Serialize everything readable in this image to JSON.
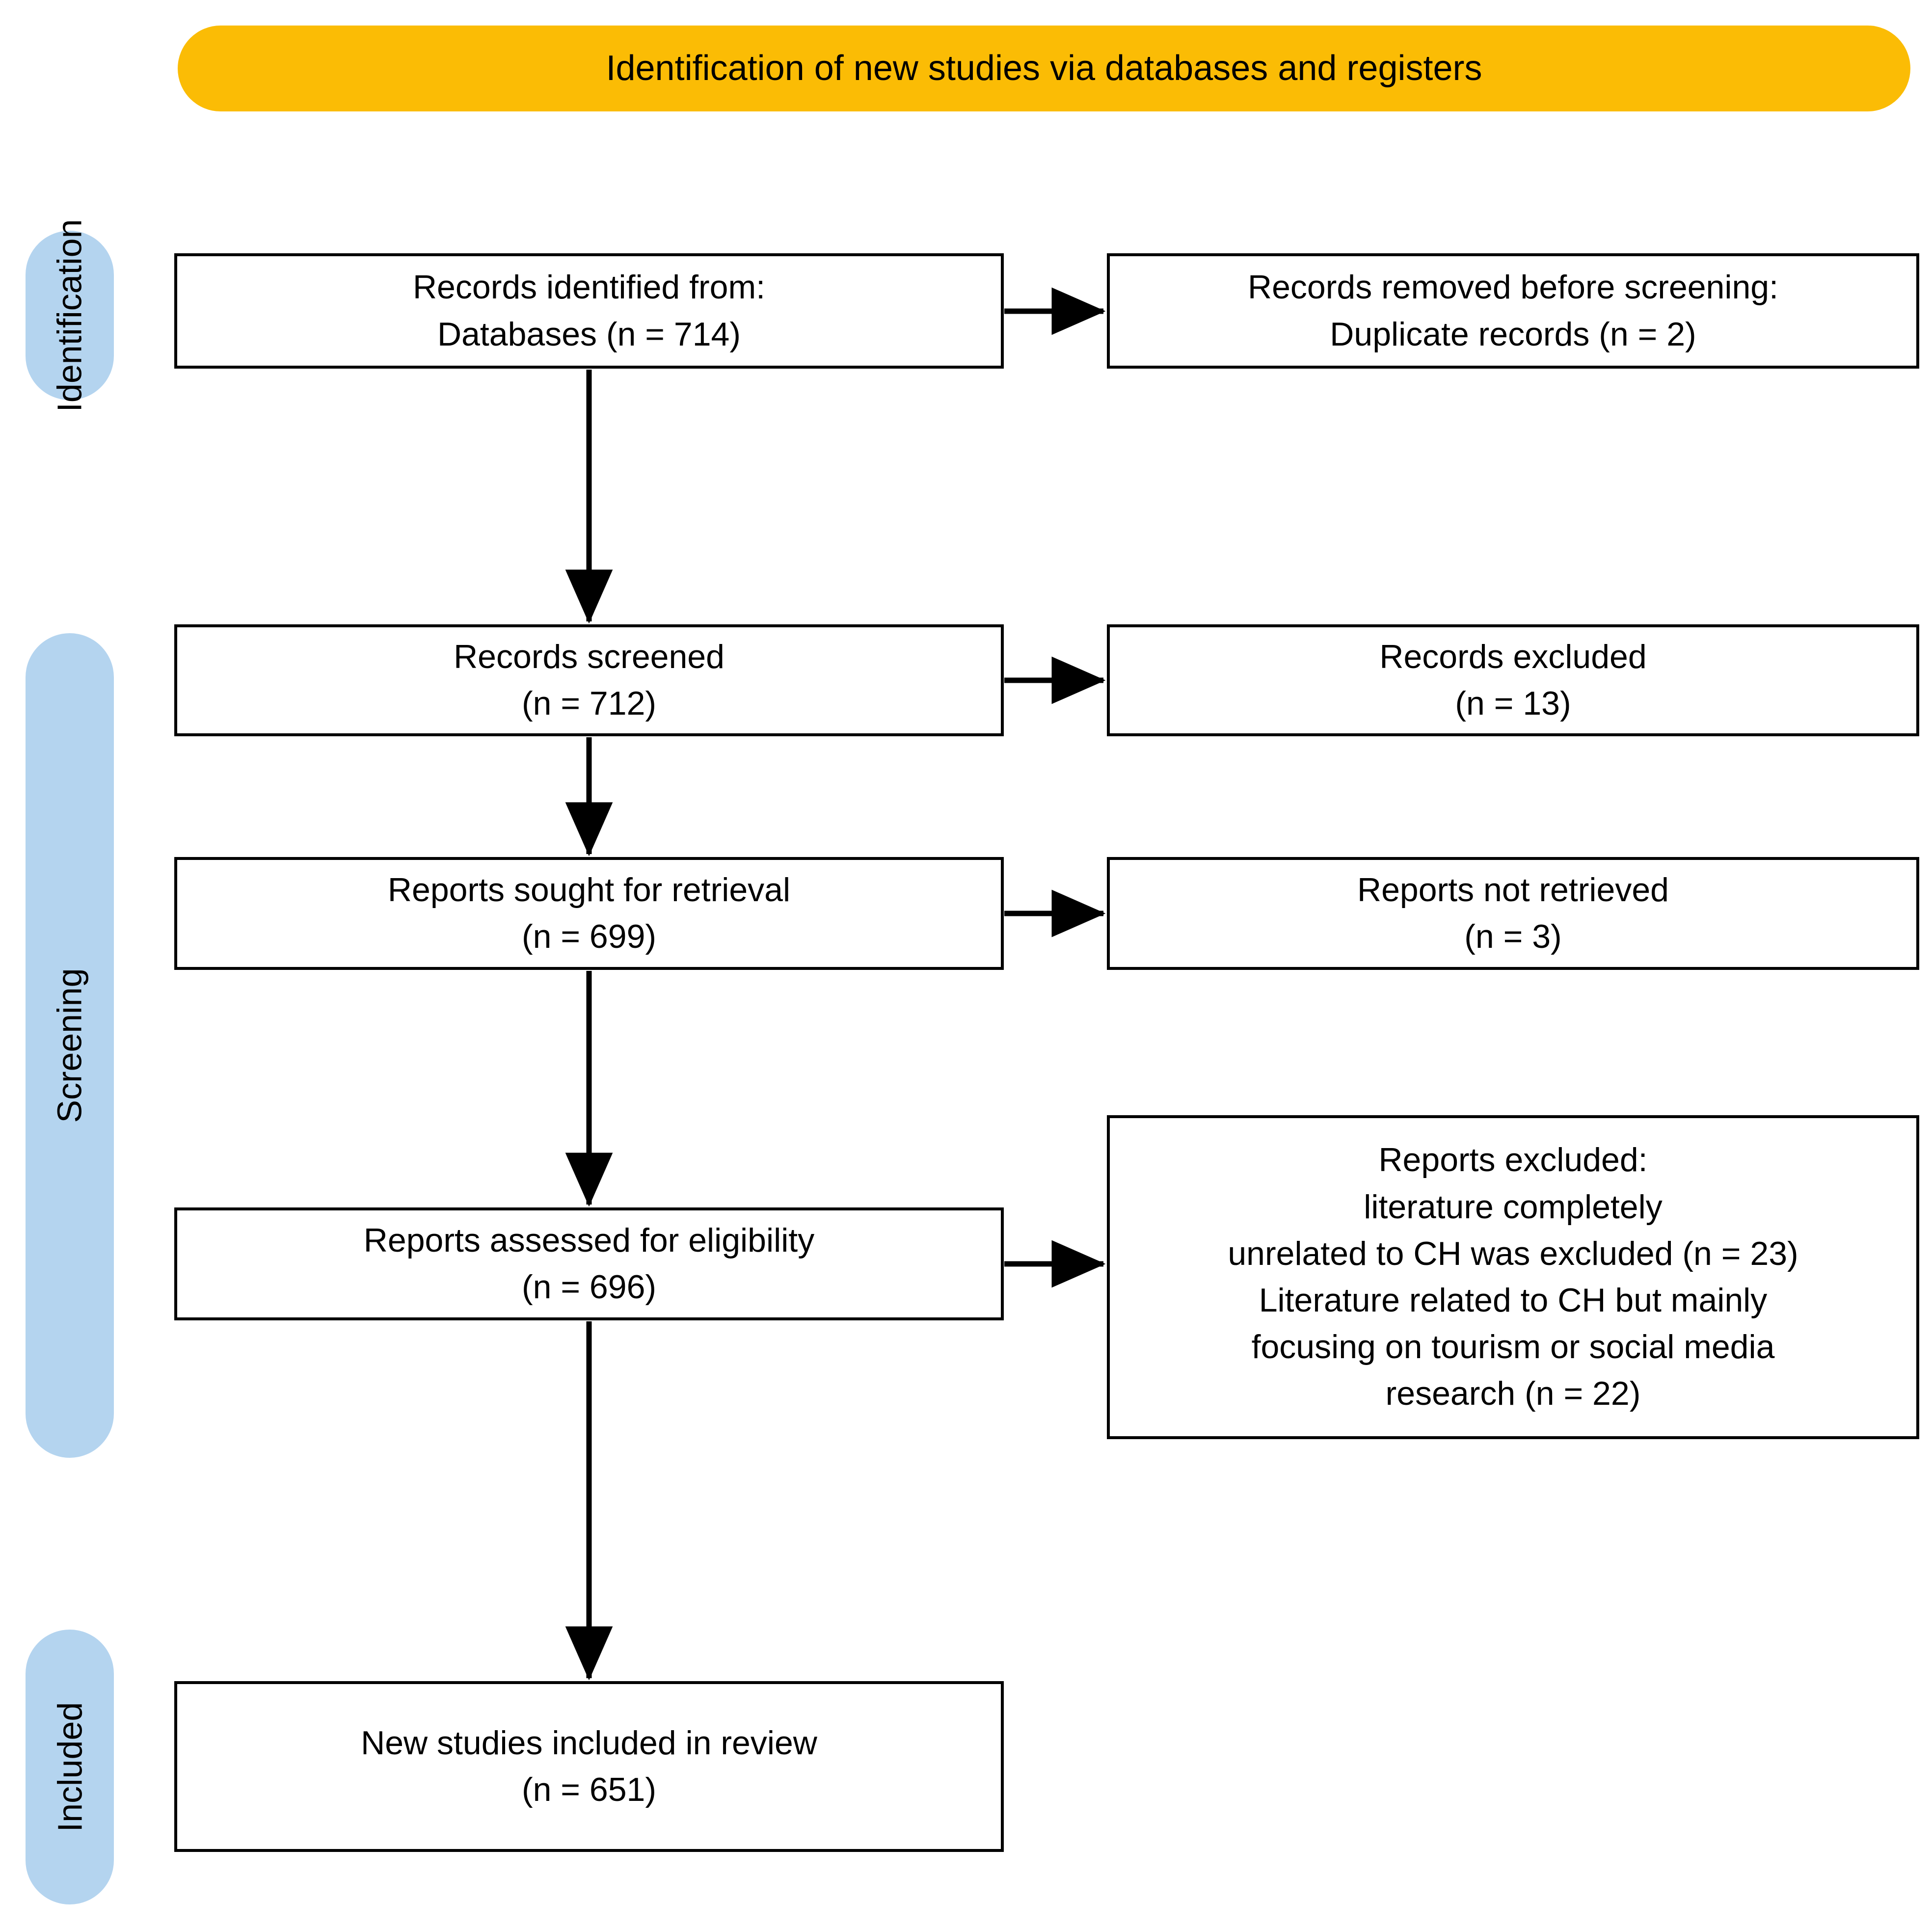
{
  "header": {
    "title": "Identification of new studies via databases and registers",
    "background_color": "#FBBC05"
  },
  "stages": {
    "accent_color": "#B4D4EF",
    "items": [
      {
        "id": "identification",
        "label": "Identification"
      },
      {
        "id": "screening",
        "label": "Screening"
      },
      {
        "id": "included",
        "label": "Included"
      }
    ]
  },
  "boxes": {
    "records_identified": "Records identified from:\nDatabases (n = 714)",
    "records_removed": "Records removed before screening:\nDuplicate records (n = 2)",
    "records_screened": "Records screened\n(n = 712)",
    "records_excluded": "Records excluded\n(n = 13)",
    "reports_sought": "Reports sought for retrieval\n(n = 699)",
    "reports_not_retrieved": "Reports not retrieved\n(n = 3)",
    "reports_assessed": "Reports assessed for eligibility\n(n = 696)",
    "reports_excluded": "Reports excluded:\nliterature completely\nunrelated to CH was excluded (n = 23)\nLiterature related to CH but mainly\nfocusing on tourism or social media\nresearch (n = 22)",
    "new_studies": "New studies included in review\n(n = 651)"
  },
  "counts": {
    "databases": 714,
    "duplicate_records": 2,
    "records_screened": 712,
    "records_excluded": 13,
    "reports_sought": 699,
    "reports_not_retrieved": 3,
    "reports_assessed": 696,
    "excluded_unrelated_to_ch": 23,
    "excluded_tourism_social_media": 22,
    "new_studies_included": 651
  }
}
